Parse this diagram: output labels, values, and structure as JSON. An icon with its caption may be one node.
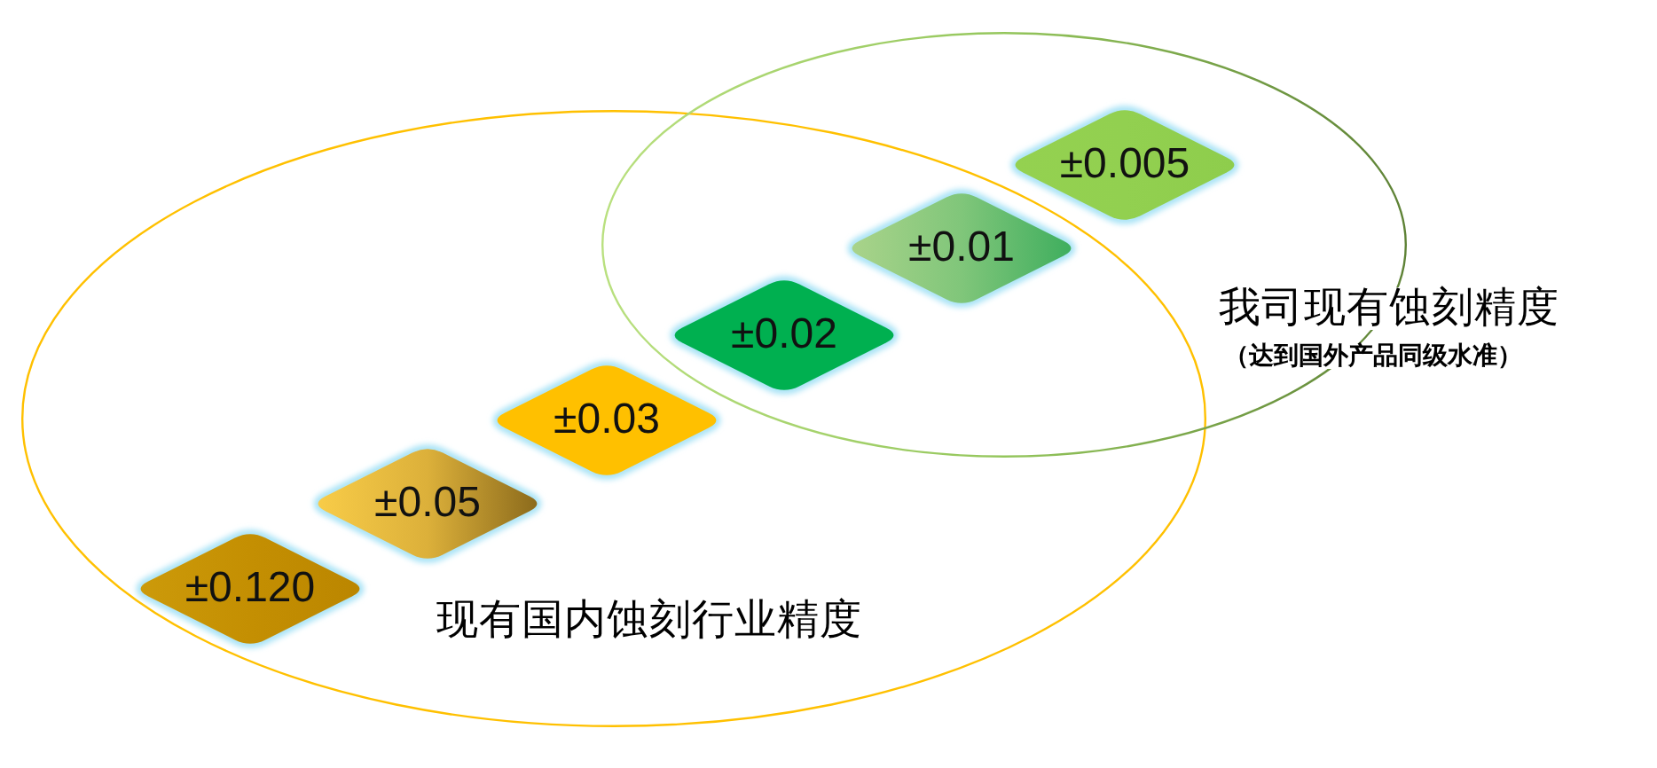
{
  "diagram": {
    "nodes": [
      {
        "text": [
          "现有国内蚀刻行业精度"
        ]
      },
      {
        "text": [
          "我司现有蚀刻精度",
          "（达到国外产品同级水准）"
        ]
      },
      {
        "text": [
          "±0.120"
        ],
        "in": 0
      },
      {
        "text": [
          "±0.05"
        ],
        "in": 0
      },
      {
        "text": [
          "±0.03"
        ],
        "in": 0
      },
      {
        "text": [
          "±0.02"
        ]
      },
      {
        "text": [
          "±0.01"
        ]
      },
      {
        "text": [
          "±0.005"
        ],
        "in": 1
      }
    ]
  }
}
